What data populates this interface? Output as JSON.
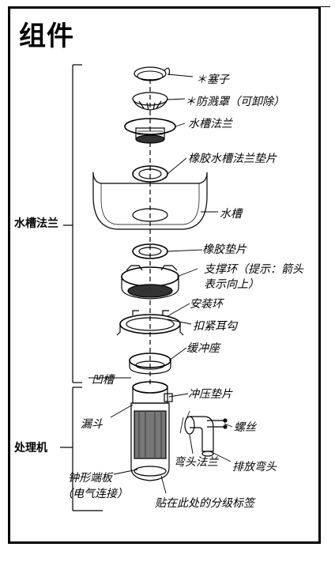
{
  "title": "组件",
  "sections": {
    "sink_flange": "水槽法兰",
    "disposer": "处理机"
  },
  "parts": {
    "stopper": "＊塞子",
    "splash_guard": "＊防溅罩（可卸除）",
    "sink_flange": "水槽法兰",
    "rubber_sink_flange_gasket": "橡胶水槽法兰垫片",
    "sink": "水槽",
    "rubber_gasket": "橡胶垫片",
    "support_ring_line1": "支撑环（提示：箭头",
    "support_ring_line2": "表示向上）",
    "mounting_ring": "安装环",
    "fastening_lug": "扣紧耳勾",
    "cushion_mount": "缓冲座",
    "groove": "凹槽",
    "gasket_pad": "冲压垫片",
    "funnel": "漏斗",
    "screw": "螺丝",
    "elbow_flange": "弯头法兰",
    "discharge_elbow": "排放弯头",
    "bell_end_plate_line1": "钟形端板",
    "bell_end_plate_line2": "（电气连接）",
    "rating_label": "贴在此处的分级标签"
  }
}
